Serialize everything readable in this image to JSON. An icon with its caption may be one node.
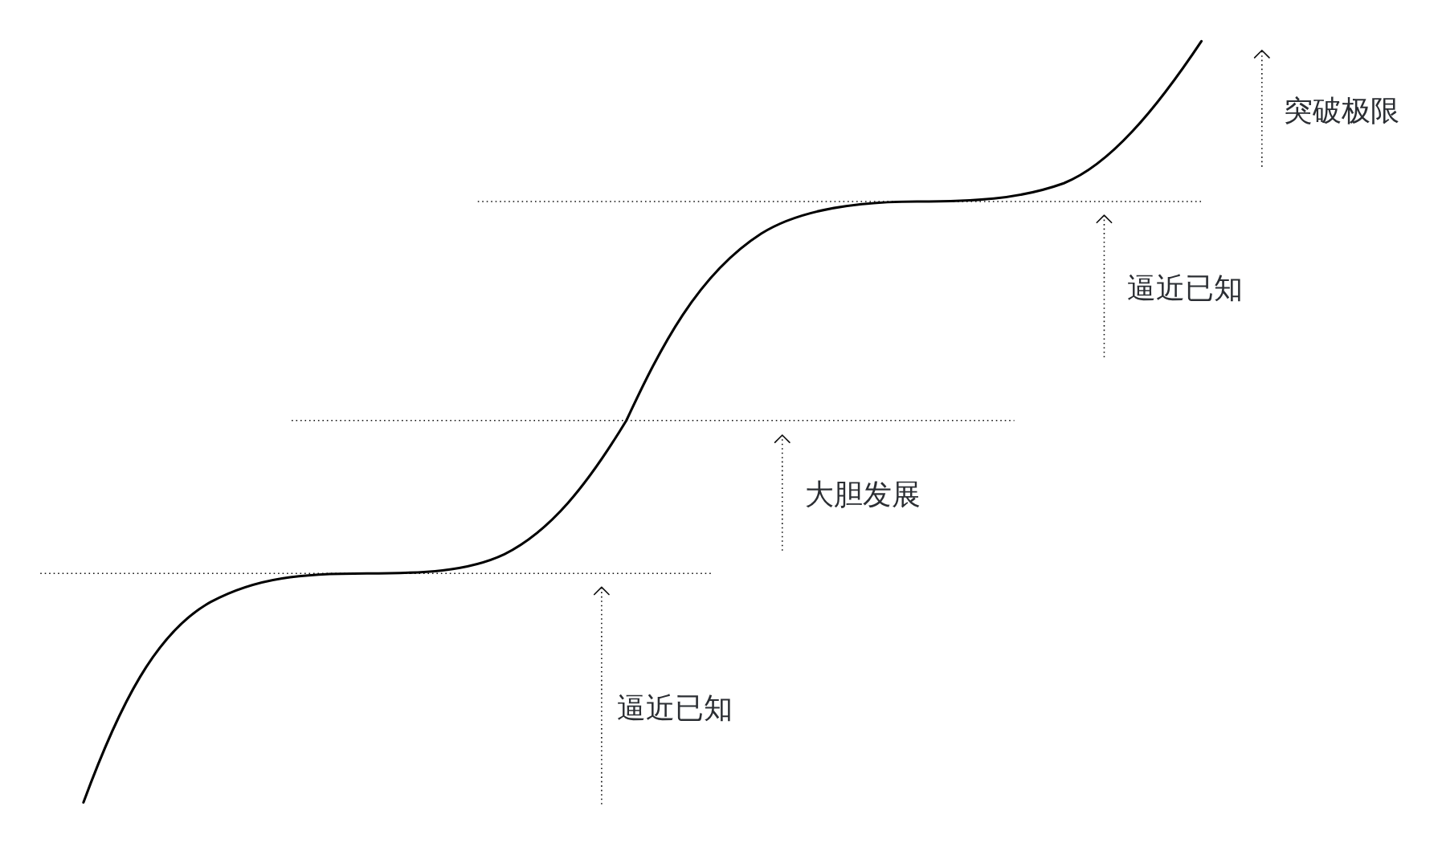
{
  "diagram": {
    "labels": [
      "突破极限",
      "逼近已知",
      "大胆发展",
      "逼近已知"
    ]
  }
}
